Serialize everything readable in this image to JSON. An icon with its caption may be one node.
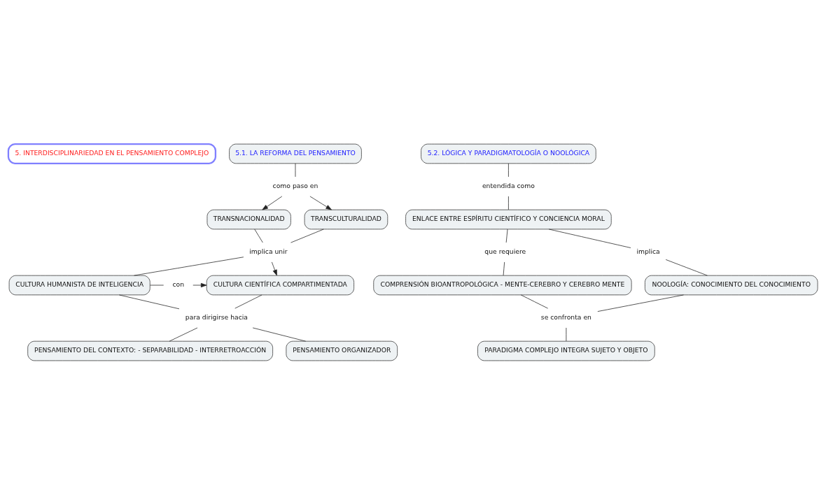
{
  "diagram": {
    "nodes": [
      {
        "text": [
          "5. INTERDISCIPLINARIEDAD EN EL PENSAMIENTO COMPLEJO"
        ]
      },
      {
        "text": [
          "5.1. LA REFORMA DEL PENSAMIENTO"
        ]
      },
      {
        "text": [
          "5.2. LÓGICA Y PARADIGMATOLOGÍA O NOOLÓGICA"
        ]
      },
      {
        "text": [
          "como paso en"
        ]
      },
      {
        "text": [
          "TRANSNACIONALIDAD"
        ]
      },
      {
        "text": [
          "TRANSCULTURALIDAD"
        ]
      },
      {
        "text": [
          "implica unir"
        ]
      },
      {
        "text": [
          "CULTURA HUMANISTA DE INTELIGENCIA"
        ]
      },
      {
        "text": [
          "con"
        ]
      },
      {
        "text": [
          "CULTURA CIENTÍFICA COMPARTIMENTADA"
        ]
      },
      {
        "text": [
          "para dirigirse hacia"
        ]
      },
      {
        "text": [
          "PENSAMIENTO DEL CONTEXTO: - SEPARABILIDAD - INTERRETROACCIÓN"
        ]
      },
      {
        "text": [
          "PENSAMIENTO ORGANIZADOR"
        ]
      },
      {
        "text": [
          "entendida como"
        ]
      },
      {
        "text": [
          "ENLACE ENTRE ESPÍRITU CIENTÍFICO Y CONCIENCIA MORAL"
        ]
      },
      {
        "text": [
          "que requiere"
        ]
      },
      {
        "text": [
          "implica"
        ]
      },
      {
        "text": [
          "COMPRENSIÓN BIOANTROPOLÓGICA - MENTE-CEREBRO Y CEREBRO MENTE"
        ]
      },
      {
        "text": [
          "NOOLOGÍA: CONOCIMIENTO DEL CONOCIMIENTO"
        ]
      },
      {
        "text": [
          "se confronta en"
        ]
      },
      {
        "text": [
          "PARADIGMA COMPLEJO INTEGRA SUJETO Y OBJETO"
        ]
      }
    ],
    "edges": [
      {
        "from": 1,
        "to": 3,
        "arrow": "none"
      },
      {
        "from": 3,
        "to": 4,
        "arrow": "to"
      },
      {
        "from": 3,
        "to": 5,
        "arrow": "to"
      },
      {
        "from": 4,
        "to": 6,
        "arrow": "none"
      },
      {
        "from": 5,
        "to": 6,
        "arrow": "none"
      },
      {
        "from": 6,
        "to": 7,
        "arrow": "none"
      },
      {
        "from": 6,
        "to": 9,
        "arrow": "to"
      },
      {
        "from": 7,
        "to": 8,
        "arrow": "none"
      },
      {
        "from": 8,
        "to": 9,
        "arrow": "to"
      },
      {
        "from": 7,
        "to": 10,
        "arrow": "none"
      },
      {
        "from": 9,
        "to": 10,
        "arrow": "none"
      },
      {
        "from": 10,
        "to": 11,
        "arrow": "none"
      },
      {
        "from": 10,
        "to": 12,
        "arrow": "none"
      },
      {
        "from": 2,
        "to": 13,
        "arrow": "none"
      },
      {
        "from": 13,
        "to": 14,
        "arrow": "none"
      },
      {
        "from": 14,
        "to": 15,
        "arrow": "none"
      },
      {
        "from": 14,
        "to": 16,
        "arrow": "none"
      },
      {
        "from": 15,
        "to": 17,
        "arrow": "none"
      },
      {
        "from": 16,
        "to": 18,
        "arrow": "none"
      },
      {
        "from": 17,
        "to": 19,
        "arrow": "none"
      },
      {
        "from": 18,
        "to": 19,
        "arrow": "none"
      },
      {
        "from": 19,
        "to": 20,
        "arrow": "none"
      }
    ]
  }
}
